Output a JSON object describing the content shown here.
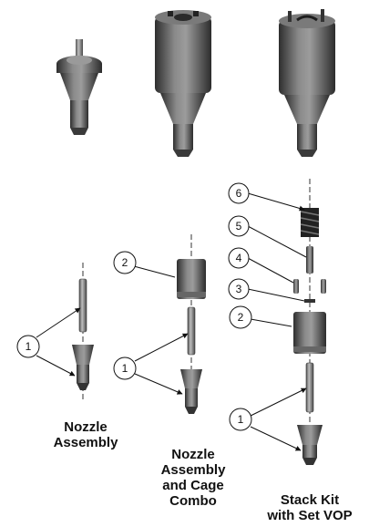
{
  "captions": {
    "nozzle_assembly": "Nozzle\nAssembly",
    "nozzle_cage_combo": "Nozzle\nAssembly\nand Cage\nCombo",
    "stack_kit": "Stack Kit\nwith Set VOP"
  },
  "callouts": {
    "c1": "1",
    "c2": "2",
    "c3": "3",
    "c4": "4",
    "c5": "5",
    "c6": "6"
  },
  "colors": {
    "metal_dark": "#3a3a3a",
    "metal_mid": "#6e6e6e",
    "metal_light": "#a8a8a8",
    "spring": "#2a2a2a",
    "line": "#111111"
  }
}
